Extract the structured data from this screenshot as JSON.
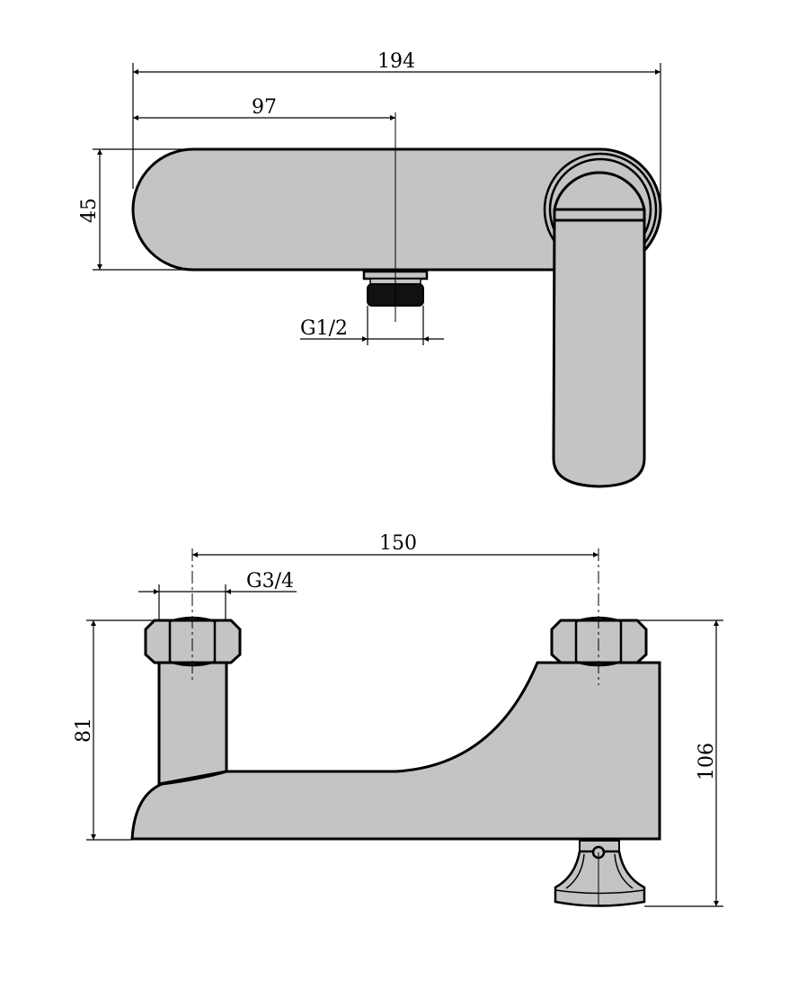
{
  "drawing": {
    "type": "technical dimension drawing",
    "views": [
      {
        "name": "top-view",
        "dimensions": {
          "overall_length": "194",
          "half_length": "97",
          "body_height": "45",
          "outlet_thread": "G1/2"
        }
      },
      {
        "name": "front-view",
        "dimensions": {
          "inlet_spacing": "150",
          "inlet_thread": "G3/4",
          "left_height": "81",
          "right_height": "106"
        }
      }
    ],
    "colors": {
      "part_fill": "#c4c4c4",
      "line": "#000000",
      "background": "#ffffff"
    }
  },
  "labels": {
    "dim_194": "194",
    "dim_97": "97",
    "dim_45": "45",
    "dim_g12": "G1/2",
    "dim_150": "150",
    "dim_g34": "G3/4",
    "dim_81": "81",
    "dim_106": "106"
  }
}
